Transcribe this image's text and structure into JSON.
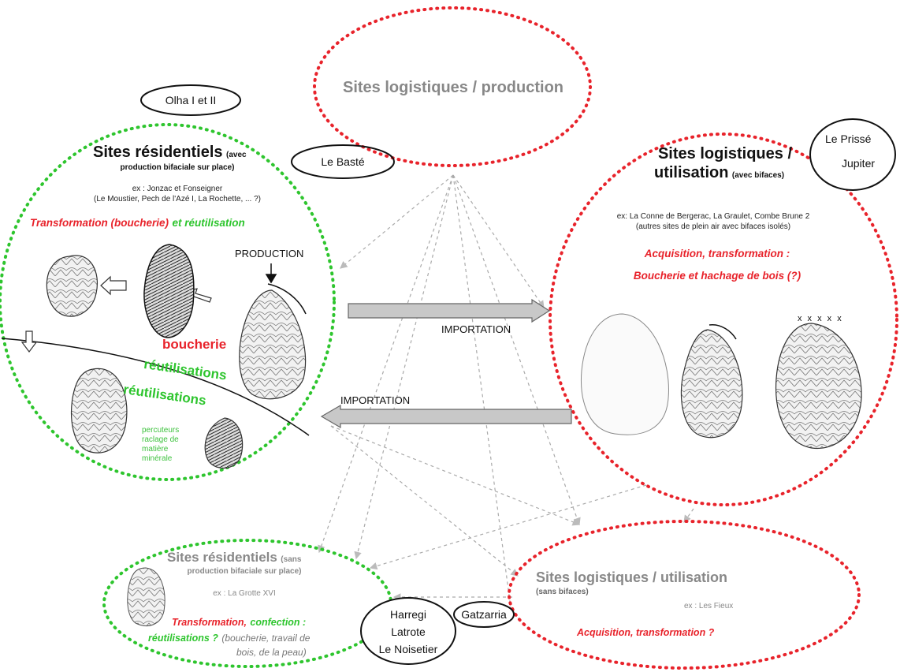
{
  "top_center": {
    "title": "Sites logistiques / production"
  },
  "residential_with": {
    "title": "Sites résidentiels",
    "title_note": "(avec",
    "subtitle": "production bifaciale sur place)",
    "example_line1": "ex : Jonzac et Fonseigner",
    "example_line2": "(Le Moustier, Pech de l'Azé I, La Rochette, ... ?)",
    "activity_red": "Transformation (boucherie)",
    "activity_and": "et réutilisation",
    "production_label": "PRODUCTION",
    "boucherie": "boucherie",
    "reutilisations": "réutilisations",
    "percuteurs_note": [
      "percuteurs",
      "raclage de",
      "matière",
      "minérale"
    ]
  },
  "logistic_use_with": {
    "title_line1": "Sites logistiques /",
    "title_line2": "utilisation",
    "title_note": "(avec bifaces)",
    "example_line1": "ex: La Conne de Bergerac, La Graulet, Combe Brune 2",
    "example_line2": "(autres sites de plein air avec bifaces isolés)",
    "activity_line1": "Acquisition, transformation :",
    "activity_line2": "Boucherie et hachage de bois (?)",
    "use_marks": "x x x x x"
  },
  "residential_without": {
    "title": "Sites résidentiels",
    "title_note": "(sans",
    "subtitle": "production bifaciale sur place)",
    "example": "ex : La Grotte XVI",
    "activity_red": "Transformation,",
    "activity_green1": "confection :",
    "activity_green2": "réutilisations ?",
    "activity_grey1": "(boucherie, travail de",
    "activity_grey2": "bois, de la peau)"
  },
  "logistic_use_without": {
    "title": "Sites logistiques / utilisation",
    "title_note": "(sans bifaces)",
    "example": "ex : Les Fieux",
    "activity": "Acquisition, transformation ?"
  },
  "site_labels": {
    "olha": "Olha I et II",
    "baste": "Le Basté",
    "prisse": "Le Prissé",
    "jupiter": "Jupiter",
    "harregi": "Harregi",
    "latrote": "Latrote",
    "noisetier": "Le Noisetier",
    "gatzarria": "Gatzarria"
  },
  "arrows": {
    "importation_right": "IMPORTATION",
    "importation_left": "IMPORTATION"
  },
  "colors": {
    "red_dotted": "#e8232b",
    "green_dotted": "#2ec52e",
    "grey_dashed": "#aaaaaa",
    "arrow_fill": "#c8c8c8"
  }
}
